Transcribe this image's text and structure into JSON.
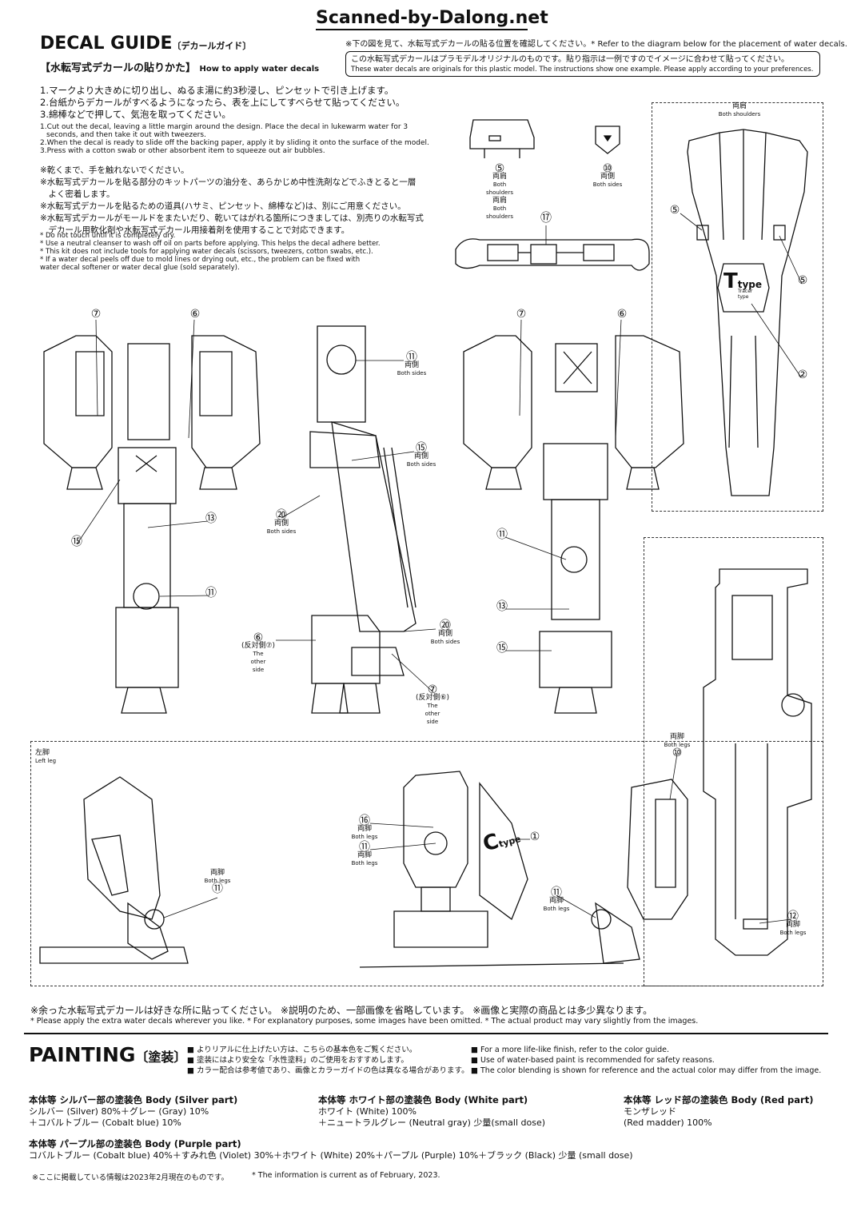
{
  "watermark": "Scanned-by-Dalong.net",
  "decal": {
    "title": "DECAL GUIDE",
    "title_jp": "〔デカールガイド〕",
    "howto_jp": "【水転写式デカールの貼りかた】",
    "howto_en": "How to apply water decals",
    "top_note": "※下の図を見て、水転写式デカールの貼る位置を確認してください。* Refer to the diagram below for the placement of water decals.",
    "box_jp": "この水転写式デカールはプラモデルオリジナルのものです。貼り指示は一例ですのでイメージに合わせて貼ってください。",
    "box_en": "These water decals are originals for this plastic model. The instructions show one example. Please apply according to your preferences.",
    "steps_jp": [
      "1.マークより大きめに切り出し、ぬるま湯に約3秒浸し、ピンセットで引き上げます。",
      "2.台紙からデカールがすべるようになったら、表を上にしてすべらせて貼ってください。",
      "3.綿棒などで押して、気泡を取ってください。"
    ],
    "steps_en": [
      "1.Cut out the decal, leaving a little margin around the design. Place the decal in lukewarm water for 3",
      "   seconds, and then take it out with tweezers.",
      "2.When the decal is ready to slide off the backing paper, apply it by sliding it onto the surface of the model.",
      "3.Press with a cotton swab or other absorbent item to squeeze out air bubbles."
    ],
    "cautions_jp": [
      "※乾くまで、手を触れないでください。",
      "※水転写式デカールを貼る部分のキットパーツの油分を、あらかじめ中性洗剤などでふきとると一層",
      "　よく密着します。",
      "※水転写式デカールを貼るための道具(ハサミ、ピンセット、綿棒など)は、別にご用意ください。",
      "※水転写式デカールがモールドをまたいだり、乾いてはがれる箇所につきましては、別売りの水転写式",
      "　デカール用軟化剤や水転写式デカール用接着剤を使用することで対応できます。"
    ],
    "cautions_en": [
      "* Do not touch until it is completely dry.",
      "* Use a neutral cleanser to wash off oil on parts before applying. This helps the decal adhere better.",
      "* This kit does not include tools for applying water decals (scissors, tweezers, cotton swabs, etc.).",
      "* If a water decal peels off due to mold lines or drying out, etc., the problem can be fixed with",
      "  water decal softener or water decal glue (sold separately)."
    ]
  },
  "labels": {
    "both_shoulders_jp": "両肩",
    "both_shoulders_en": "Both shoulders",
    "both_sides_jp": "両側",
    "both_sides_en": "Both sides",
    "both_legs_jp": "両脚",
    "both_legs_en": "Both legs",
    "left_leg_jp": "左脚",
    "left_leg_en": "Left leg",
    "other_side_6_jp": "(反対側⑥)",
    "other_side_7_jp": "(反対側⑦)",
    "other_side_en": "The other side",
    "t_type": "T",
    "t_type_word": "type",
    "t_type_sub": "Tracer type",
    "c_type": "C",
    "c_type_word": "type",
    "n1": "①",
    "n2": "②",
    "n5": "⑤",
    "n6": "⑥",
    "n7": "⑦",
    "n10": "⑩",
    "n11": "⑪",
    "n12": "⑫",
    "n13": "⑬",
    "n15": "⑮",
    "n16": "⑯",
    "n17": "⑰",
    "n20": "⑳"
  },
  "bottom": {
    "note_jp": "※余った水転写式デカールは好きな所に貼ってください。 ※説明のため、一部画像を省略しています。 ※画像と実際の商品とは多少異なります。",
    "note_en": "* Please apply the extra water decals wherever you like. * For explanatory purposes, some images have been omitted. * The actual product may vary slightly from the images."
  },
  "painting": {
    "title": "PAINTING",
    "title_jp": "〔塗装〕",
    "notes_jp": [
      "■ よりリアルに仕上げたい方は、こちらの基本色をご覧ください。",
      "■ 塗装にはより安全な「水性塗料」のご使用をおすすめします。",
      "■ カラー配合は参考値であり、画像とカラーガイドの色は異なる場合があります。"
    ],
    "notes_en": [
      "■ For a more life-like finish, refer to the color guide.",
      "■ Use of water-based paint is recommended for safety reasons.",
      "■ The color blending is shown for reference and the actual color may differ from the image."
    ],
    "silver_title": "本体等 シルバー部の塗装色 Body (Silver part)",
    "silver_l1": "シルバー (Silver) 80%＋グレー (Gray) 10%",
    "silver_l2": "＋コバルトブルー (Cobalt blue) 10%",
    "white_title": "本体等 ホワイト部の塗装色 Body (White part)",
    "white_l1": "ホワイト (White) 100%",
    "white_l2": "＋ニュートラルグレー (Neutral gray) 少量(small dose)",
    "red_title": "本体等 レッド部の塗装色 Body (Red part)",
    "red_l1": "モンザレッド",
    "red_l2": "(Red madder) 100%",
    "purple_title": "本体等 パープル部の塗装色 Body (Purple part)",
    "purple_l1": "コバルトブルー (Cobalt blue) 40%＋すみれ色 (Violet) 30%＋ホワイト (White) 20%＋パープル (Purple) 10%＋ブラック (Black) 少量 (small dose)",
    "foot_jp": "※ここに掲載している情報は2023年2月現在のものです。",
    "foot_en": "* The information is current as of February, 2023."
  }
}
